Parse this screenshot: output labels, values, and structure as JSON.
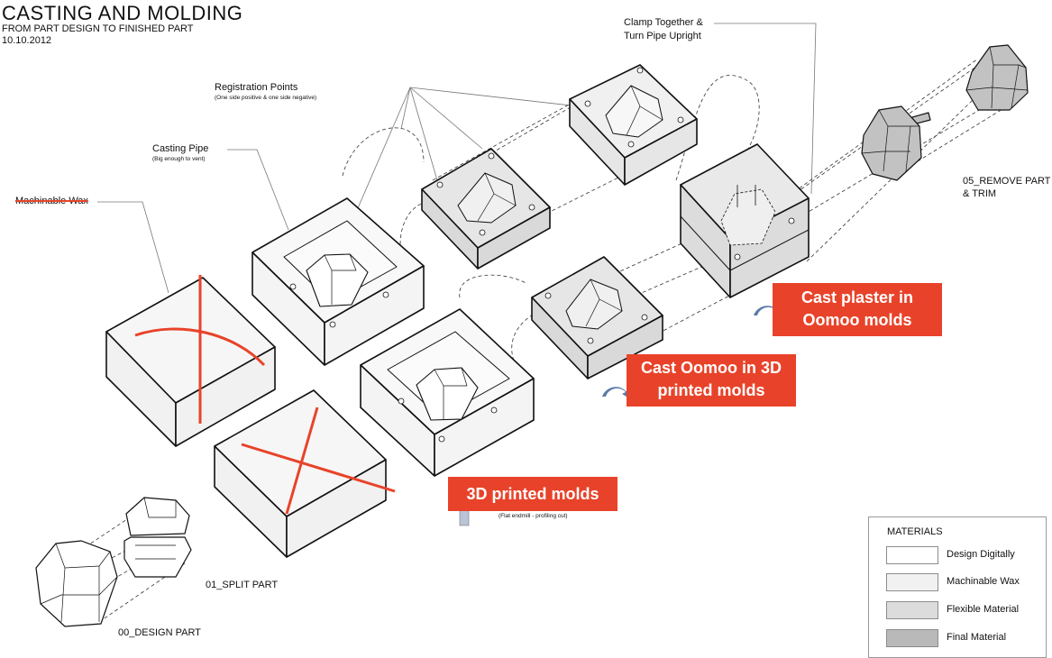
{
  "title": "CASTING AND MOLDING",
  "subtitle": "FROM PART DESIGN TO FINISHED PART",
  "date": "10.10.2012",
  "labels": {
    "registration_points": "Registration Points",
    "registration_note": "(One side positive & one side negative)",
    "casting_pipe": "Casting Pipe",
    "casting_pipe_note": "(Big enough to vent)",
    "machinable_wax": "Machinable Wax",
    "clamp_together": "Clamp Together &",
    "turn_pipe": "Turn Pipe Upright",
    "remove_part_1": "05_REMOVE PART",
    "remove_part_2": "& TRIM",
    "split_part": "01_SPLIT PART",
    "design_part": "00_DESIGN PART",
    "endmill_note": "(Flat endmill - profiling cut)"
  },
  "callouts": {
    "printed_molds": "3D printed molds",
    "cast_oomoo_1": "Cast Oomoo in 3D",
    "cast_oomoo_2": "printed molds",
    "cast_plaster_1": "Cast plaster in",
    "cast_plaster_2": "Oomoo molds"
  },
  "legend": {
    "title": "MATERIALS",
    "items": [
      {
        "label": "Design Digitally",
        "color": "#ffffff"
      },
      {
        "label": "Machinable Wax",
        "color": "#f1f1f1"
      },
      {
        "label": "Flexible Material",
        "color": "#dcdcdc"
      },
      {
        "label": "Final Material",
        "color": "#b9b9b9"
      }
    ]
  },
  "colors": {
    "accent": "#e8432a",
    "line": "#111111",
    "leader": "#666666"
  }
}
